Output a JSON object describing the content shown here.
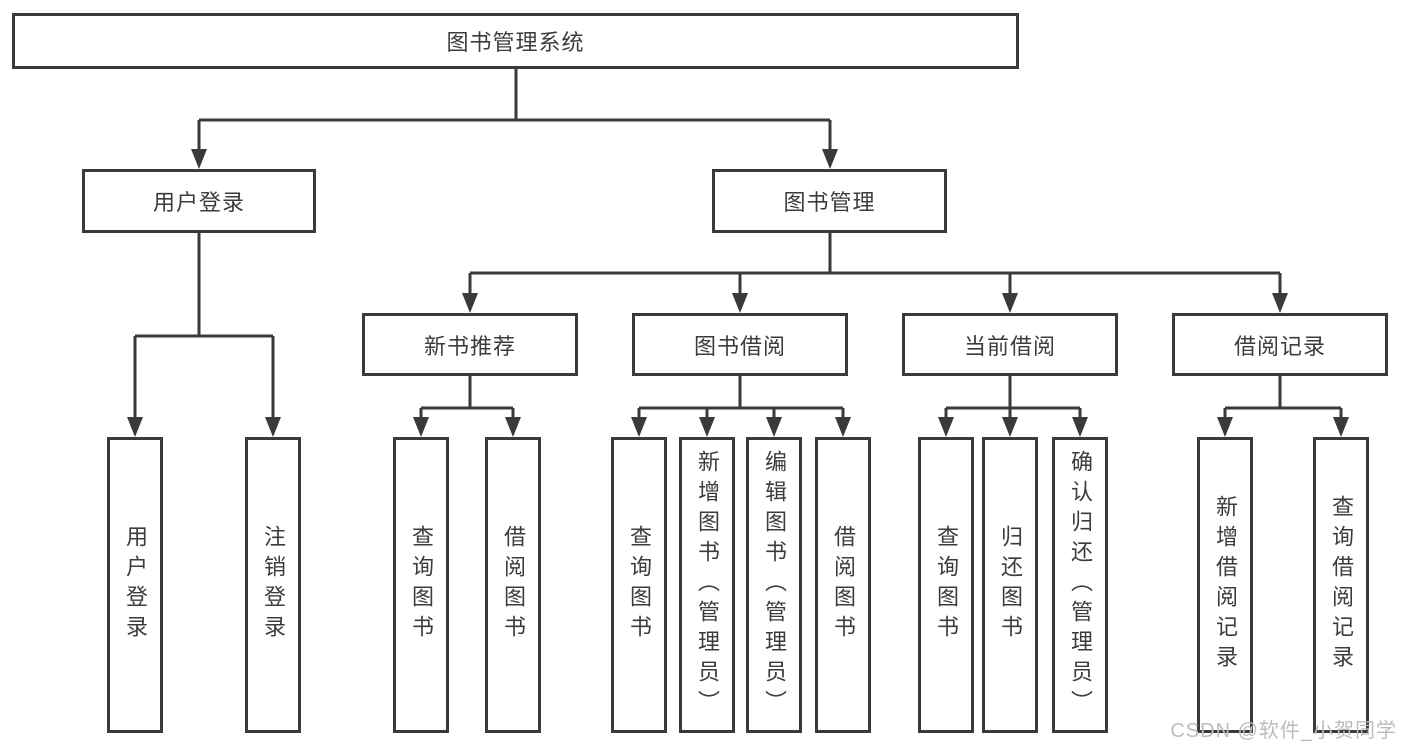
{
  "diagram": {
    "root": {
      "label": "图书管理系统"
    },
    "branches": {
      "user_login": {
        "label": "用户登录",
        "children": [
          {
            "label": "用户登录"
          },
          {
            "label": "注销登录"
          }
        ]
      },
      "book_management": {
        "label": "图书管理",
        "children": [
          {
            "label": "新书推荐",
            "children": [
              {
                "label": "查询图书"
              },
              {
                "label": "借阅图书"
              }
            ]
          },
          {
            "label": "图书借阅",
            "children": [
              {
                "label": "查询图书"
              },
              {
                "label": "新增图书（管理员）"
              },
              {
                "label": "编辑图书（管理员）"
              },
              {
                "label": "借阅图书"
              }
            ]
          },
          {
            "label": "当前借阅",
            "children": [
              {
                "label": "查询图书"
              },
              {
                "label": "归还图书"
              },
              {
                "label": "确认归还（管理员）"
              }
            ]
          },
          {
            "label": "借阅记录",
            "children": [
              {
                "label": "新增借阅记录"
              },
              {
                "label": "查询借阅记录"
              }
            ]
          }
        ]
      }
    },
    "watermark": "CSDN @软件_小贺同学",
    "colors": {
      "line": "#3a3a3a",
      "text": "#3c3c3c",
      "watermark": "#bdbdbd",
      "background": "#ffffff"
    }
  }
}
